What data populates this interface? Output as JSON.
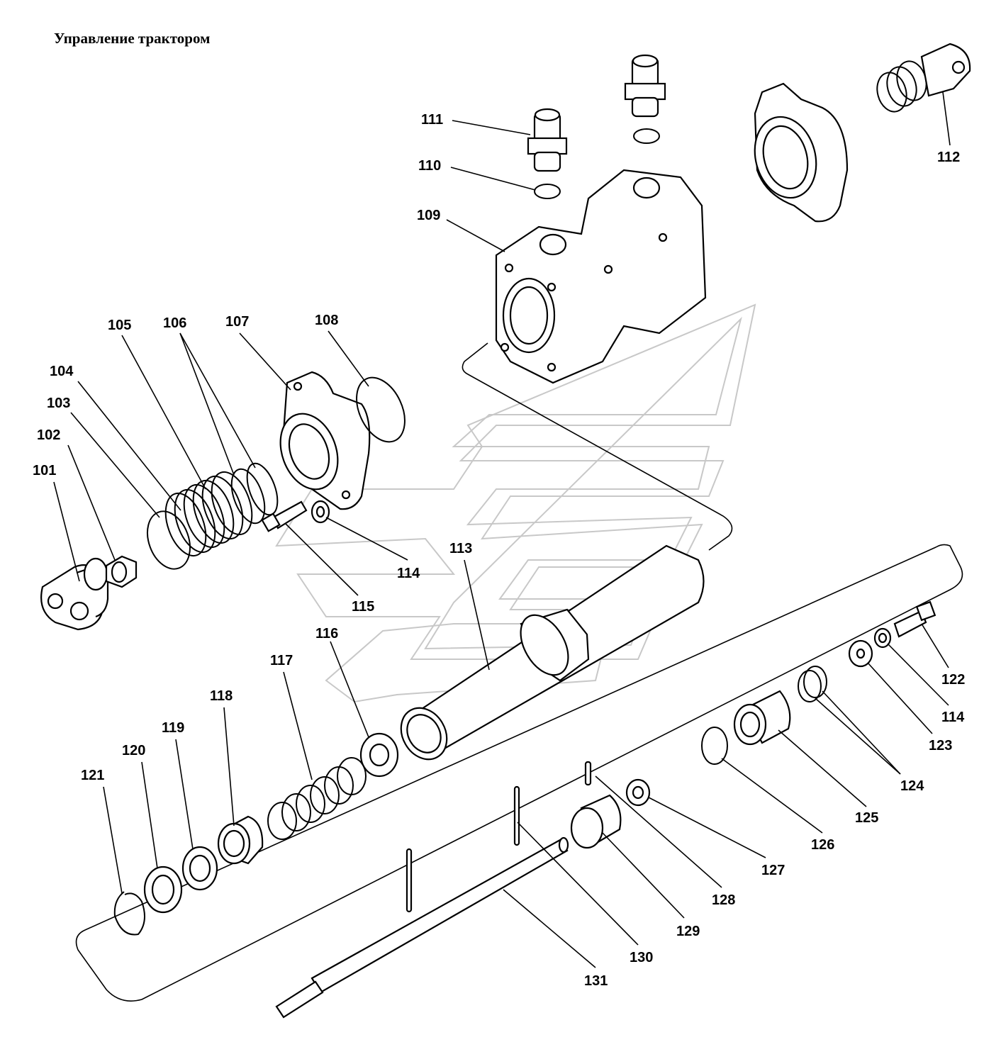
{
  "title": "Управление трактором",
  "callouts": [
    {
      "id": "101",
      "label": "101"
    },
    {
      "id": "102",
      "label": "102"
    },
    {
      "id": "103",
      "label": "103"
    },
    {
      "id": "104",
      "label": "104"
    },
    {
      "id": "105",
      "label": "105"
    },
    {
      "id": "106",
      "label": "106"
    },
    {
      "id": "107",
      "label": "107"
    },
    {
      "id": "108",
      "label": "108"
    },
    {
      "id": "109",
      "label": "109"
    },
    {
      "id": "110",
      "label": "110"
    },
    {
      "id": "111",
      "label": "111"
    },
    {
      "id": "112",
      "label": "112"
    },
    {
      "id": "113",
      "label": "113"
    },
    {
      "id": "114a",
      "label": "114"
    },
    {
      "id": "114b",
      "label": "114"
    },
    {
      "id": "115",
      "label": "115"
    },
    {
      "id": "116",
      "label": "116"
    },
    {
      "id": "117",
      "label": "117"
    },
    {
      "id": "118",
      "label": "118"
    },
    {
      "id": "119",
      "label": "119"
    },
    {
      "id": "120",
      "label": "120"
    },
    {
      "id": "121",
      "label": "121"
    },
    {
      "id": "122",
      "label": "122"
    },
    {
      "id": "123",
      "label": "123"
    },
    {
      "id": "124",
      "label": "124"
    },
    {
      "id": "125",
      "label": "125"
    },
    {
      "id": "126",
      "label": "126"
    },
    {
      "id": "127",
      "label": "127"
    },
    {
      "id": "128",
      "label": "128"
    },
    {
      "id": "129",
      "label": "129"
    },
    {
      "id": "130",
      "label": "130"
    },
    {
      "id": "131",
      "label": "131"
    }
  ]
}
